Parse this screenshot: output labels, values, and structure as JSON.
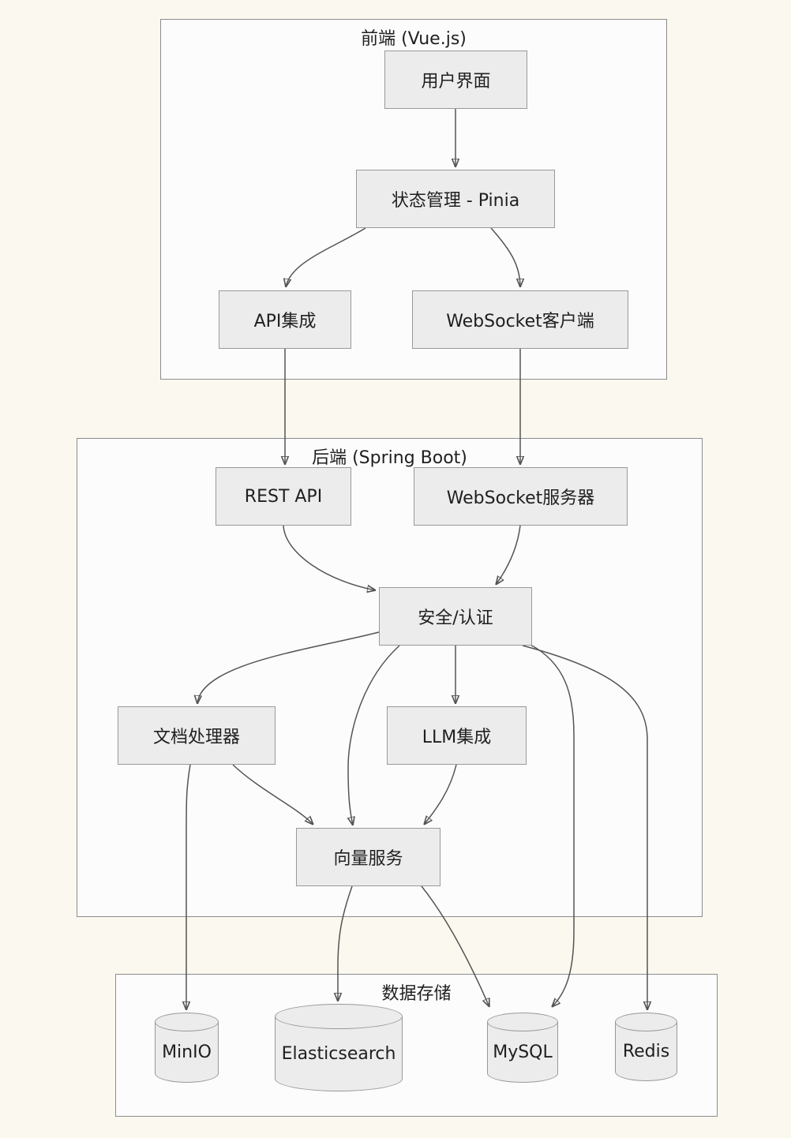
{
  "diagram_type": "architecture-flowchart",
  "groups": {
    "frontend": {
      "title": "前端 (Vue.js)"
    },
    "backend": {
      "title": "后端 (Spring Boot)"
    },
    "storage": {
      "title": "数据存储"
    }
  },
  "nodes": {
    "ui": {
      "label": "用户界面",
      "shape": "rect",
      "group": "frontend"
    },
    "pinia": {
      "label": "状态管理 - Pinia",
      "shape": "rect",
      "group": "frontend"
    },
    "api": {
      "label": "API集成",
      "shape": "rect",
      "group": "frontend"
    },
    "wsc": {
      "label": "WebSocket客户端",
      "shape": "rect",
      "group": "frontend"
    },
    "rest": {
      "label": "REST API",
      "shape": "rect",
      "group": "backend"
    },
    "wss": {
      "label": "WebSocket服务器",
      "shape": "rect",
      "group": "backend"
    },
    "auth": {
      "label": "安全/认证",
      "shape": "rect",
      "group": "backend"
    },
    "doc": {
      "label": "文档处理器",
      "shape": "rect",
      "group": "backend"
    },
    "llm": {
      "label": "LLM集成",
      "shape": "rect",
      "group": "backend"
    },
    "vec": {
      "label": "向量服务",
      "shape": "rect",
      "group": "backend"
    },
    "minio": {
      "label": "MinIO",
      "shape": "cylinder",
      "group": "storage"
    },
    "es": {
      "label": "Elasticsearch",
      "shape": "cylinder",
      "group": "storage"
    },
    "mysql": {
      "label": "MySQL",
      "shape": "cylinder",
      "group": "storage"
    },
    "redis": {
      "label": "Redis",
      "shape": "cylinder",
      "group": "storage"
    }
  },
  "edges": [
    {
      "from": "ui",
      "to": "pinia"
    },
    {
      "from": "pinia",
      "to": "api"
    },
    {
      "from": "pinia",
      "to": "wsc"
    },
    {
      "from": "api",
      "to": "rest"
    },
    {
      "from": "wsc",
      "to": "wss"
    },
    {
      "from": "rest",
      "to": "auth"
    },
    {
      "from": "wss",
      "to": "auth"
    },
    {
      "from": "auth",
      "to": "doc"
    },
    {
      "from": "auth",
      "to": "llm"
    },
    {
      "from": "auth",
      "to": "vec"
    },
    {
      "from": "auth",
      "to": "mysql"
    },
    {
      "from": "auth",
      "to": "redis"
    },
    {
      "from": "doc",
      "to": "vec"
    },
    {
      "from": "doc",
      "to": "minio"
    },
    {
      "from": "llm",
      "to": "vec"
    },
    {
      "from": "vec",
      "to": "es"
    },
    {
      "from": "vec",
      "to": "mysql"
    }
  ],
  "colors": {
    "page_background": "#FAF8EF",
    "group_fill": "#FCFCFC",
    "group_border": "#8C8C8C",
    "node_fill": "#ECECEC",
    "node_border": "#999999",
    "edge": "#555454",
    "text": "#1F1F1F"
  }
}
